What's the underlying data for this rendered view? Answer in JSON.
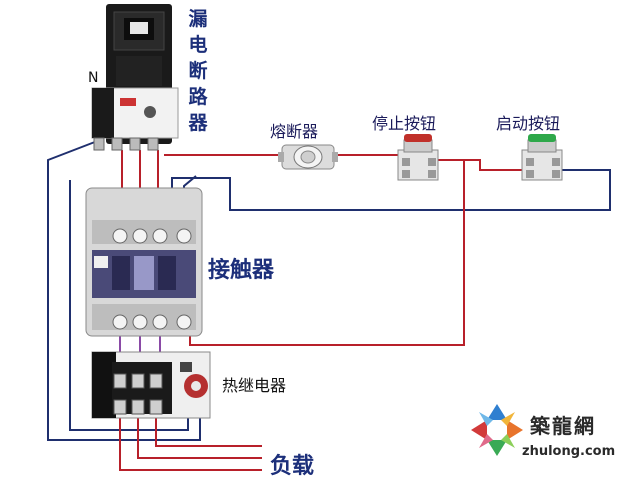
{
  "labels": {
    "breaker": [
      "漏",
      "电",
      "断",
      "路",
      "器"
    ],
    "neutral": "N",
    "fuse": "熔断器",
    "stop_button": "停止按钮",
    "start_button": "启动按钮",
    "contactor": "接触器",
    "thermal_relay": "热继电器",
    "load": "负载"
  },
  "logo": {
    "name": "築龍網",
    "url": "zhulong.com"
  },
  "colors": {
    "wire_red": "#b8202a",
    "wire_navy": "#1f2f6e",
    "label_blue": "#1c2f7a",
    "stop_button": "#c0302a",
    "start_button": "#2ea84a"
  }
}
